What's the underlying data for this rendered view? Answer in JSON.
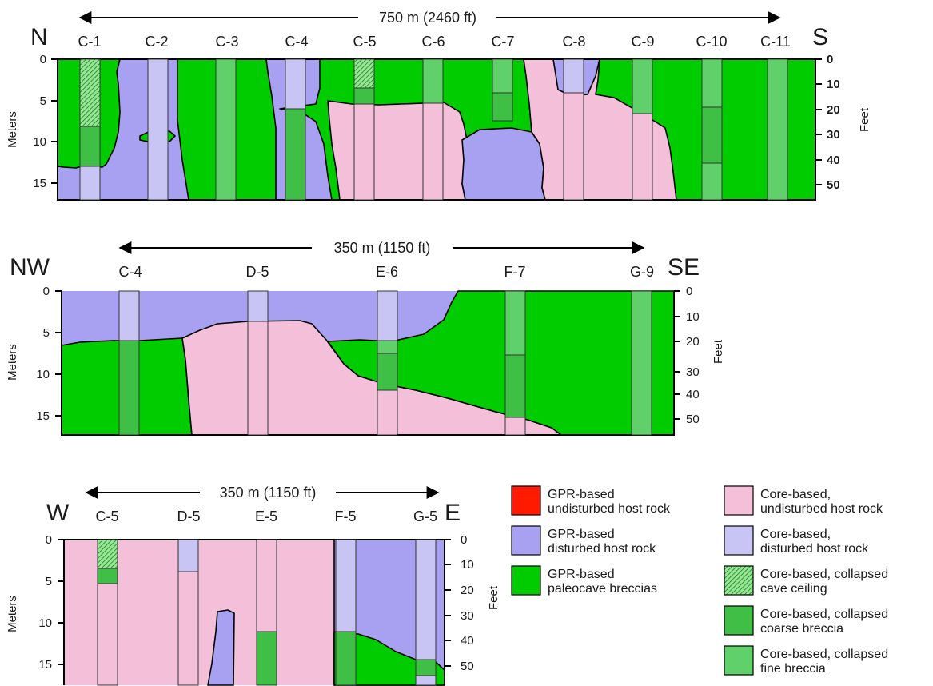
{
  "colors": {
    "gpr_undisturbed": "#ff1a00",
    "gpr_disturbed": "#a8a0f0",
    "gpr_breccia": "#00cc00",
    "core_undisturbed": "#f4bfd8",
    "core_disturbed": "#c8c4f4",
    "core_coarse": "#3fbf45",
    "core_fine": "#5fd06a"
  },
  "sections": [
    {
      "id": "top",
      "left_end": "N",
      "right_end": "S",
      "length_label": "750 m (2460 ft)",
      "cores": [
        "C-1",
        "C-2",
        "C-3",
        "C-4",
        "C-5",
        "C-6",
        "C-7",
        "C-8",
        "C-9",
        "C-10",
        "C-11"
      ]
    },
    {
      "id": "middle",
      "left_end": "NW",
      "right_end": "SE",
      "length_label": "350 m (1150 ft)",
      "cores": [
        "C-4",
        "D-5",
        "E-6",
        "F-7",
        "G-9"
      ]
    },
    {
      "id": "bottom",
      "left_end": "W",
      "right_end": "E",
      "length_label": "350 m (1150 ft)",
      "cores": [
        "C-5",
        "D-5",
        "E-5",
        "F-5",
        "G-5"
      ]
    }
  ],
  "axes": {
    "left_title": "Meters",
    "right_title": "Feet",
    "meter_ticks": [
      "0",
      "5",
      "10",
      "15"
    ],
    "feet_ticks": [
      "0",
      "10",
      "20",
      "30",
      "40",
      "50"
    ]
  },
  "legend": [
    {
      "label": [
        "GPR-based",
        "undisturbed host rock"
      ],
      "swatch": "gpr_undisturbed"
    },
    {
      "label": [
        "GPR-based",
        "disturbed host rock"
      ],
      "swatch": "gpr_disturbed"
    },
    {
      "label": [
        "GPR-based",
        "paleocave breccias"
      ],
      "swatch": "gpr_breccia"
    },
    {
      "label": [
        "Core-based,",
        "undisturbed host rock"
      ],
      "swatch": "core_undisturbed"
    },
    {
      "label": [
        "Core-based,",
        "disturbed host rock"
      ],
      "swatch": "core_disturbed"
    },
    {
      "label": [
        "Core-based, collapsed",
        "cave ceiling"
      ],
      "swatch": "hatch"
    },
    {
      "label": [
        "Core-based, collapsed",
        "coarse breccia"
      ],
      "swatch": "core_coarse"
    },
    {
      "label": [
        "Core-based, collapsed",
        "fine breccia"
      ],
      "swatch": "core_fine"
    }
  ]
}
